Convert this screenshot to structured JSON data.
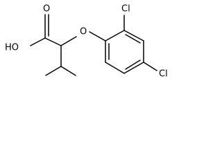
{
  "molecule": {
    "atoms": {
      "carbonyl_oxygen": "O",
      "hydroxyl": "HO",
      "ether_oxygen": "O",
      "chlorine_ortho": "Cl",
      "chlorine_para": "Cl"
    },
    "colors": {
      "bond": "#000000",
      "label": "#000000",
      "background": "#ffffff"
    }
  }
}
